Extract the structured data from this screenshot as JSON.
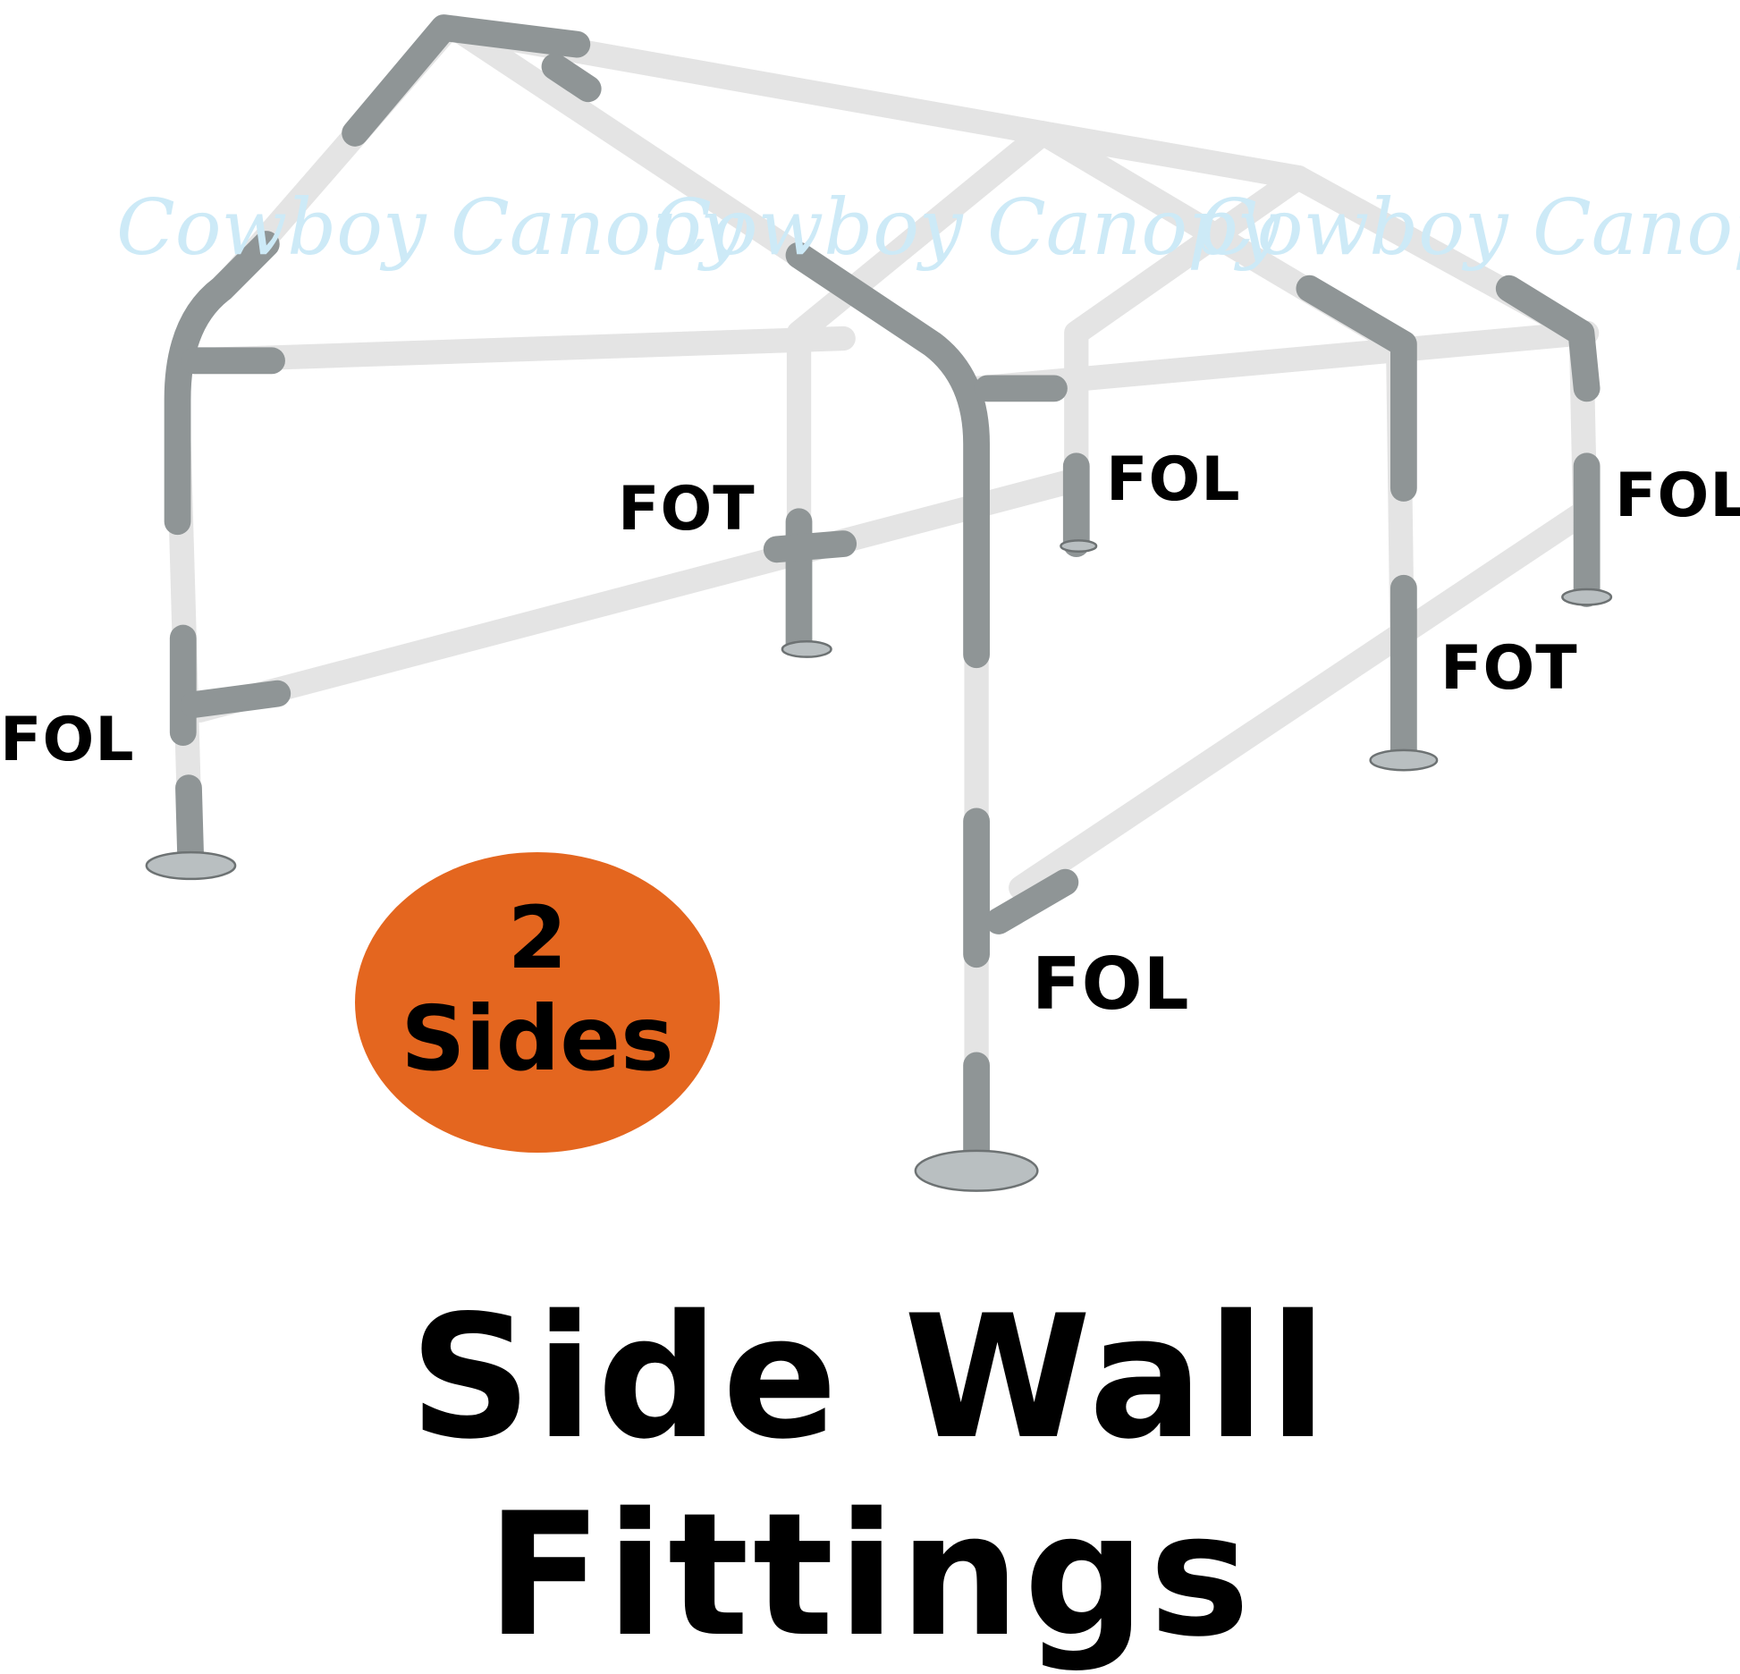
{
  "watermark": [
    "Cowboy Canopy",
    "Cowboy Canopy",
    "Cowboy Canopy"
  ],
  "labels": {
    "fot_front_middle": "FOT",
    "fol_back_middle": "FOL",
    "fol_back_right": "FOL",
    "fot_right_middle": "FOT",
    "fol_front_left": "FOL",
    "fol_front_right": "FOL"
  },
  "badge": {
    "number": "2",
    "text": "Sides",
    "color": "#e4661f"
  },
  "title": "Side Wall Fittings"
}
